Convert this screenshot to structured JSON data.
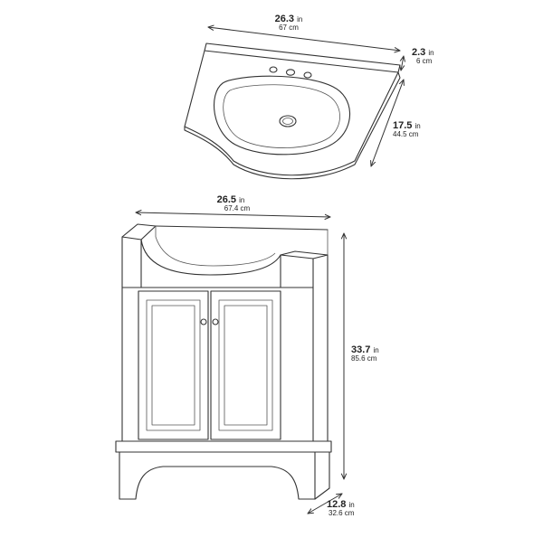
{
  "colors": {
    "ink": "#333333",
    "background": "#ffffff"
  },
  "sink_top": {
    "width": {
      "value_in": "26.3",
      "unit_in": "in",
      "value_cm": "67 cm"
    },
    "thickness": {
      "value_in": "2.3",
      "unit_in": "in",
      "value_cm": "6 cm"
    },
    "depth": {
      "value_in": "17.5",
      "unit_in": "in",
      "value_cm": "44.5 cm"
    }
  },
  "cabinet": {
    "width": {
      "value_in": "26.5",
      "unit_in": "in",
      "value_cm": "67.4 cm"
    },
    "height": {
      "value_in": "33.7",
      "unit_in": "in",
      "value_cm": "85.6 cm"
    },
    "depth": {
      "value_in": "12.8",
      "unit_in": "in",
      "value_cm": "32.6 cm"
    }
  }
}
